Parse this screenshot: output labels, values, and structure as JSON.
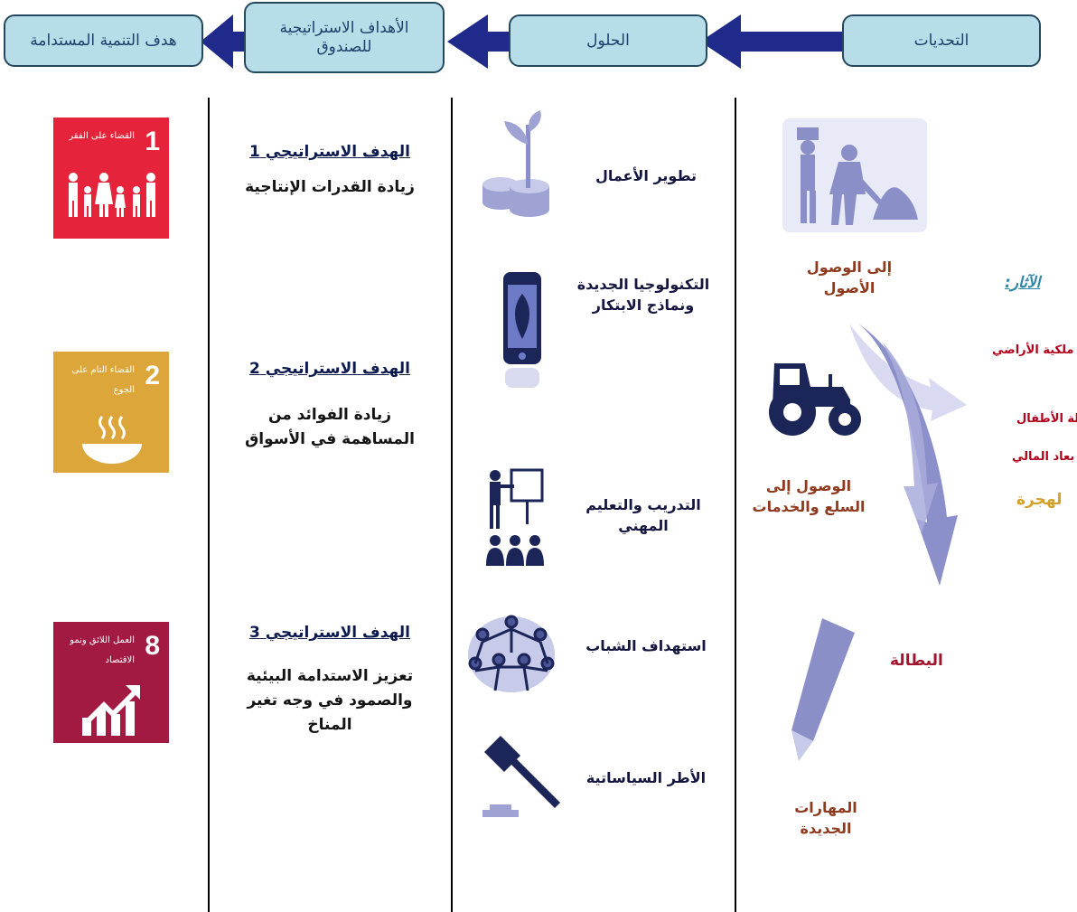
{
  "header": {
    "sdg_goal": "هدف التنمية المستدامة",
    "strategic_goals_line1": "الأهداف الاستراتيجية",
    "strategic_goals_line2": "للصندوق",
    "solutions": "الحلول",
    "challenges": "التحديات"
  },
  "sdgs": [
    {
      "number": "1",
      "label": "القضاء على الفقر",
      "color": "#e5243b"
    },
    {
      "number": "2",
      "label_line1": "القضاء التام على",
      "label_line2": "الجوع",
      "color": "#dda63a"
    },
    {
      "number": "8",
      "label_line1": "العمل اللائق ونمو",
      "label_line2": "الاقتصاد",
      "color": "#a21942"
    }
  ],
  "strategic_goals": [
    {
      "title": "الهدف الاستراتيجي 1",
      "text": "زيادة القدرات الإنتاجية"
    },
    {
      "title": "الهدف الاستراتيجي 2",
      "text_line1": "زيادة الفوائد من",
      "text_line2": "المساهمة في الأسواق"
    },
    {
      "title": "الهدف الاستراتيجي 3",
      "text_line1": "تعزيز الاستدامة البيئية",
      "text_line2": "والصمود في وجه تغير",
      "text_line3": "المناخ"
    }
  ],
  "solutions": [
    {
      "text": "تطوير الأعمال",
      "icon": "plant-coins-icon"
    },
    {
      "text_line1": "التكنولوجيا الجديدة",
      "text_line2": "ونماذج الابتكار",
      "icon": "smartphone-leaf-icon"
    },
    {
      "text_line1": "التدريب والتعليم",
      "text_line2": "المهني",
      "icon": "training-audience-icon"
    },
    {
      "text": "استهداف الشباب",
      "icon": "youth-circle-icon"
    },
    {
      "text": "الأطر السياساتية",
      "icon": "gavel-icon"
    }
  ],
  "challenges": [
    {
      "text_line1": "إلى الوصول",
      "text_line2": "الأصول",
      "icon": "workers-digging-icon"
    },
    {
      "text_line1": "الوصول إلى",
      "text_line2": "السلع والخدمات",
      "icon": "tractor-icon"
    },
    {
      "text_line1": "المهارات",
      "text_line2": "الجديدة",
      "icon": "pencil-icon"
    }
  ],
  "impacts": {
    "heading": "الآثار:",
    "items": [
      "ملكية الأراضي",
      "لة الأطفال",
      "بعاد المالي",
      "لهجرة"
    ],
    "unemployment": "البطالة"
  },
  "colors": {
    "header_fill": "#b7dee8",
    "arrow": "#1f2a8a",
    "icon_lavender": "#8a8fc8",
    "icon_navy": "#1b2557"
  }
}
